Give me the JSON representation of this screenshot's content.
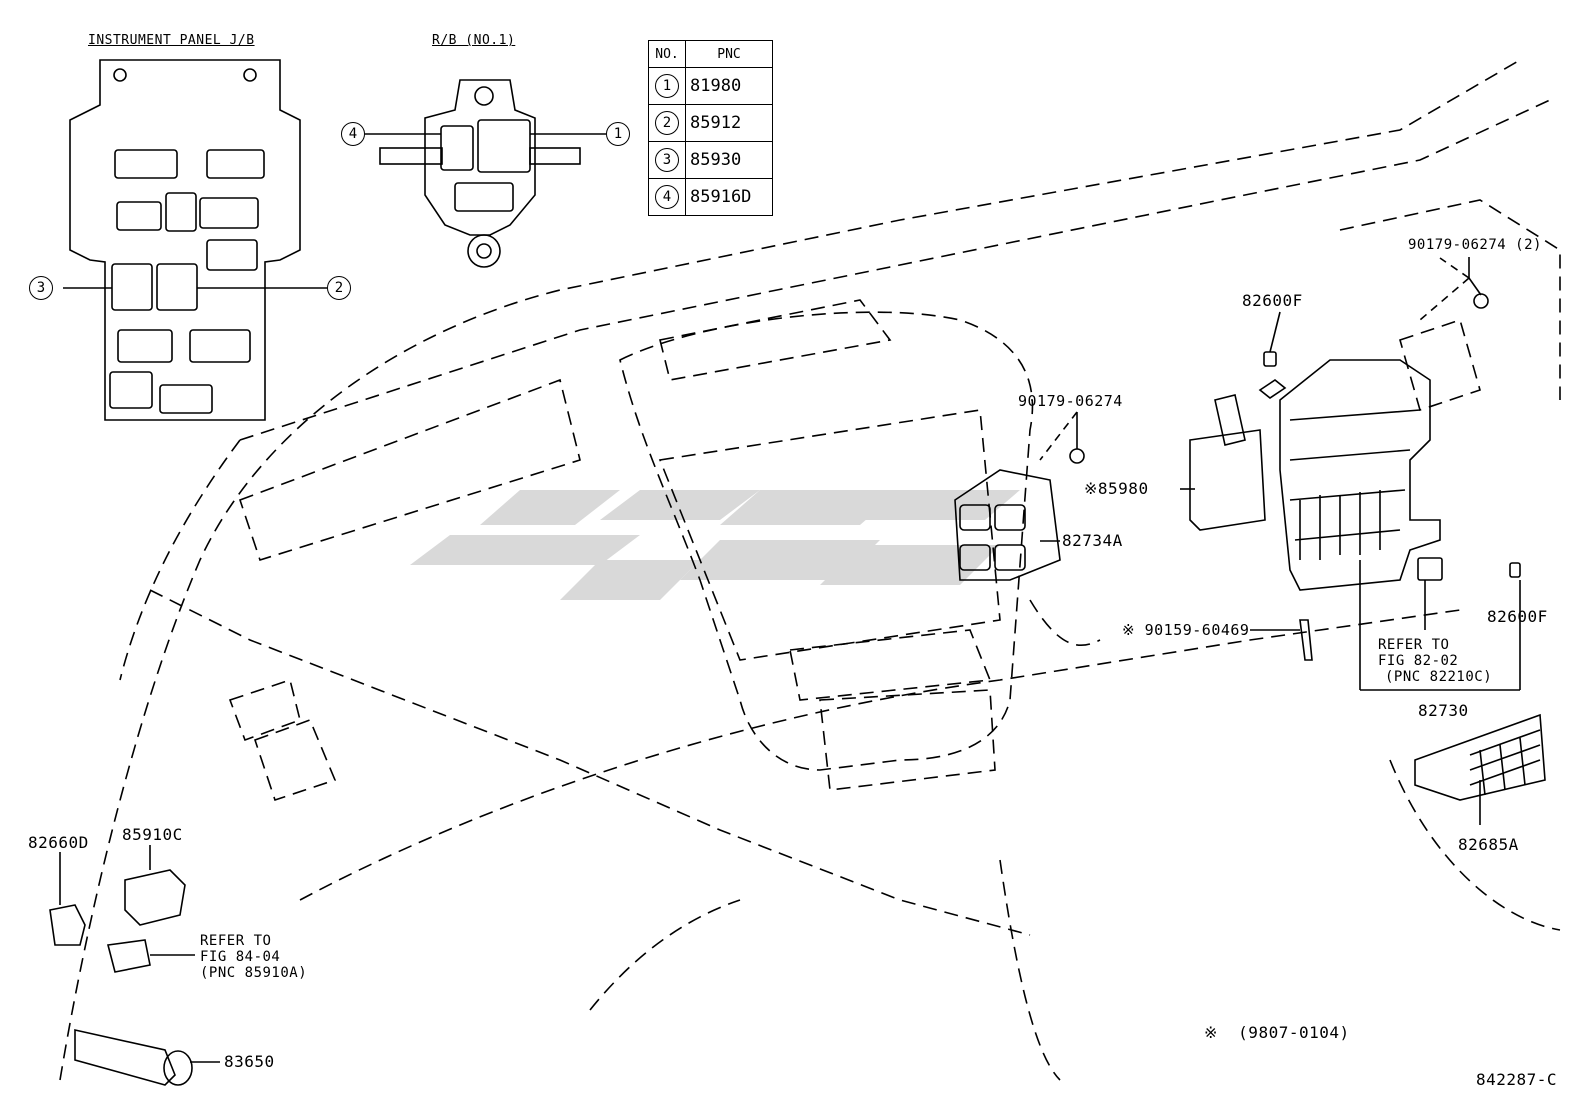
{
  "headers": {
    "instrument_panel_jb": "INSTRUMENT PANEL J/B",
    "rb_no1": "R/B (NO.1)"
  },
  "pnc_table": {
    "col_no": "NO.",
    "col_pnc": "PNC",
    "rows": [
      {
        "no": "1",
        "pnc": "81980"
      },
      {
        "no": "2",
        "pnc": "85912"
      },
      {
        "no": "3",
        "pnc": "85930"
      },
      {
        "no": "4",
        "pnc": "85916D"
      }
    ]
  },
  "callouts": {
    "c1": "1",
    "c2": "2",
    "c3": "3",
    "c4": "4"
  },
  "parts": {
    "p90179_06274_2": "90179-06274 (2)",
    "p82600f_top": "82600F",
    "p90179_06274": "90179-06274",
    "p85980": "※85980",
    "p82734a": "82734A",
    "p90159_60469": "※ 90159-60469",
    "refer_82_02_l1": "REFER TO",
    "refer_82_02_l2": "FIG 82-02",
    "refer_82_02_l3": "(PNC 82210C)",
    "p82600f_right": "82600F",
    "p82730": "82730",
    "p82685a": "82685A",
    "p82660d": "82660D",
    "p85910c": "85910C",
    "refer_84_04_l1": "REFER TO",
    "refer_84_04_l2": "FIG 84-04",
    "refer_84_04_l3": "(PNC 85910A)",
    "p83650": "83650"
  },
  "footnote": "※  (9807-0104)",
  "figure_id": "842287-C"
}
